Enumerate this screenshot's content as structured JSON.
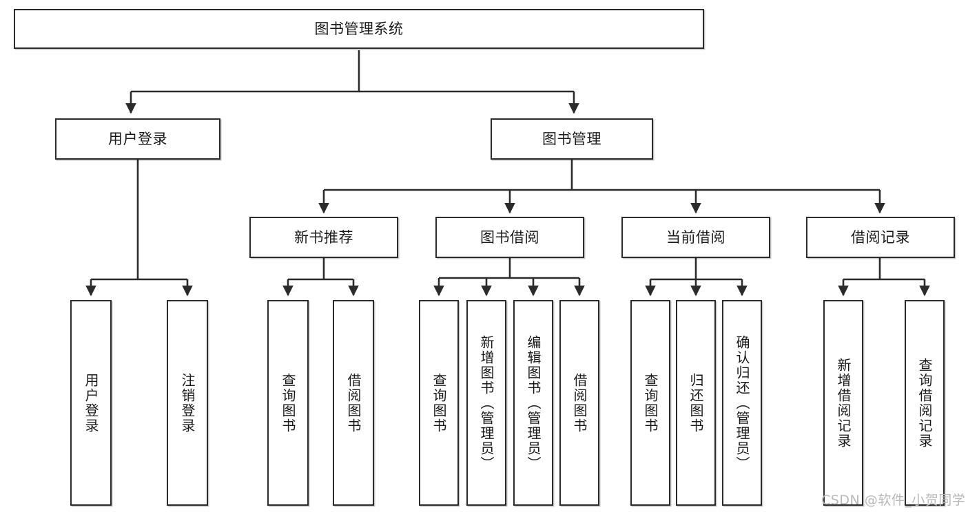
{
  "diagram": {
    "title": "图书管理系统",
    "type": "hierarchy-tree",
    "orientation": "top-down",
    "levels": 4,
    "colors": {
      "box_border": "#2b2b2b",
      "box_fill": "#ffffff",
      "connector": "#2b2b2b",
      "text": "#1a1a1a",
      "watermark": "#b8b8b8",
      "background": "#ffffff"
    }
  },
  "root": {
    "label": "图书管理系统"
  },
  "level2": [
    {
      "label": "用户登录"
    },
    {
      "label": "图书管理"
    }
  ],
  "level3": [
    {
      "label": "新书推荐"
    },
    {
      "label": "图书借阅"
    },
    {
      "label": "当前借阅"
    },
    {
      "label": "借阅记录"
    }
  ],
  "leaves": {
    "user_login": [
      {
        "label": "用户登录"
      },
      {
        "label": "注销登录"
      }
    ],
    "new_book_recommend": [
      {
        "label": "查询图书"
      },
      {
        "label": "借阅图书"
      }
    ],
    "book_borrow": [
      {
        "label": "查询图书"
      },
      {
        "label": "新增图书（管理员）"
      },
      {
        "label": "编辑图书（管理员）"
      },
      {
        "label": "借阅图书"
      }
    ],
    "current_borrow": [
      {
        "label": "查询图书"
      },
      {
        "label": "归还图书"
      },
      {
        "label": "确认归还（管理员）"
      }
    ],
    "borrow_record": [
      {
        "label": "新增借阅记录"
      },
      {
        "label": "查询借阅记录"
      }
    ]
  },
  "watermark": {
    "text": "CSDN @软件_小贺同学"
  }
}
